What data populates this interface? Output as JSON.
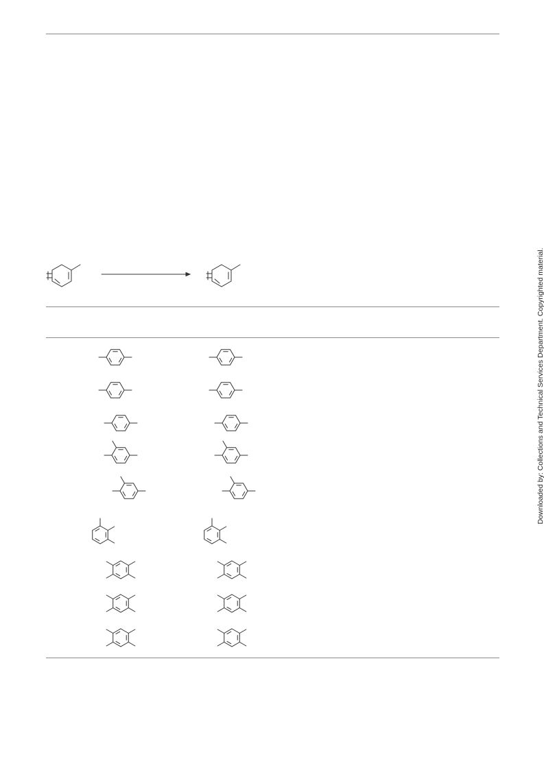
{
  "watermark": "Downloaded by: Collections and Technical Services Department. Copyrighted material.",
  "scheme": {
    "reactant": "methylbenzene-variable-substituents",
    "reagent_arrow": "arrow-right",
    "product": "methylbenzene-variable-substituents"
  },
  "table": {
    "rows": [
      {
        "substrate": "p-xylene",
        "product": "p-xylene"
      },
      {
        "substrate": "p-xylene",
        "product": "p-xylene"
      },
      {
        "substrate": "p-xylene",
        "product": "p-xylene"
      },
      {
        "substrate": "1,2,4-trimethylbenzene",
        "product": "1,2,4-trimethylbenzene"
      },
      {
        "substrate": "1,2,4-trimethylbenzene",
        "product": "1,2,4-trimethylbenzene"
      },
      {
        "substrate": "1,2,3-trimethylbenzene",
        "product": "1,2,3-trimethylbenzene"
      },
      {
        "substrate": "1,2,4,5-tetramethylbenzene",
        "product": "1,2,4,5-tetramethylbenzene"
      },
      {
        "substrate": "1,2,4,5-tetramethylbenzene",
        "product": "1,2,4,5-tetramethylbenzene"
      },
      {
        "substrate": "1,2,4,5-tetramethylbenzene",
        "product": "1,2,4,5-tetramethylbenzene"
      }
    ]
  },
  "colors": {
    "line": "#333333",
    "rule": "#8a8a8a",
    "text": "#222222"
  }
}
